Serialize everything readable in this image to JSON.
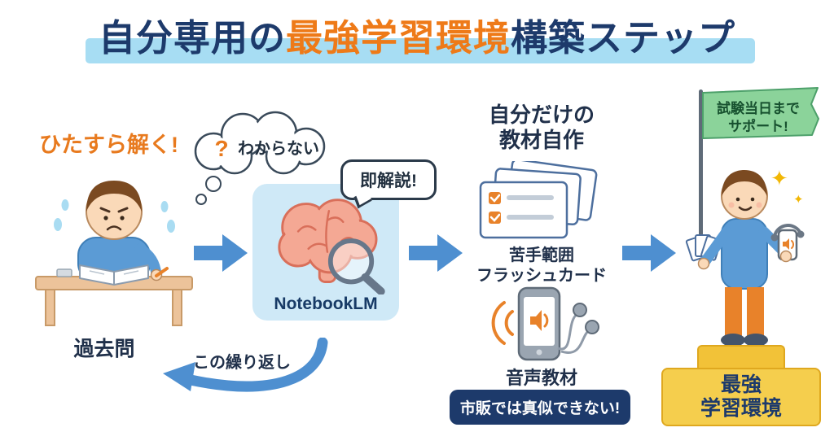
{
  "title": {
    "prefix": "自分専用の",
    "highlight": "最強学習環境",
    "suffix": "構築ステップ"
  },
  "left": {
    "top_label": "ひたすら解く!",
    "thought_question": "?",
    "thought_text": "わからない",
    "caption": "過去問"
  },
  "center": {
    "speech_bubble": "即解説!",
    "app_name": "NotebookLM",
    "loop_label": "この繰り返し"
  },
  "materials": {
    "heading_line1": "自分だけの",
    "heading_line2": "教材自作",
    "flashcards_line1": "苦手範囲",
    "flashcards_line2": "フラッシュカード",
    "audio_label": "音声教材",
    "footer_badge": "市販では真似できない!"
  },
  "result": {
    "flag_line1": "試験当日まで",
    "flag_line2": "サポート!",
    "podium_line1": "最強",
    "podium_line2": "学習環境"
  },
  "icons": {
    "sparkle": "✦"
  },
  "colors": {
    "title_navy": "#1d3a6b",
    "title_orange": "#ee7a18",
    "title_highlight": "#a7ddf3",
    "accent_orange": "#e87a1e",
    "arrow_blue": "#4e8fd0",
    "notebooklm_box_blue": "#cfe9f7",
    "brain_pink": "#f4a894",
    "flag_green": "#8bd39a",
    "podium_yellow": "#f5ce4d",
    "badge_navy": "#1d3a6b",
    "shirt_blue": "#5b9bd5",
    "desk_tan": "#ecc39a"
  }
}
